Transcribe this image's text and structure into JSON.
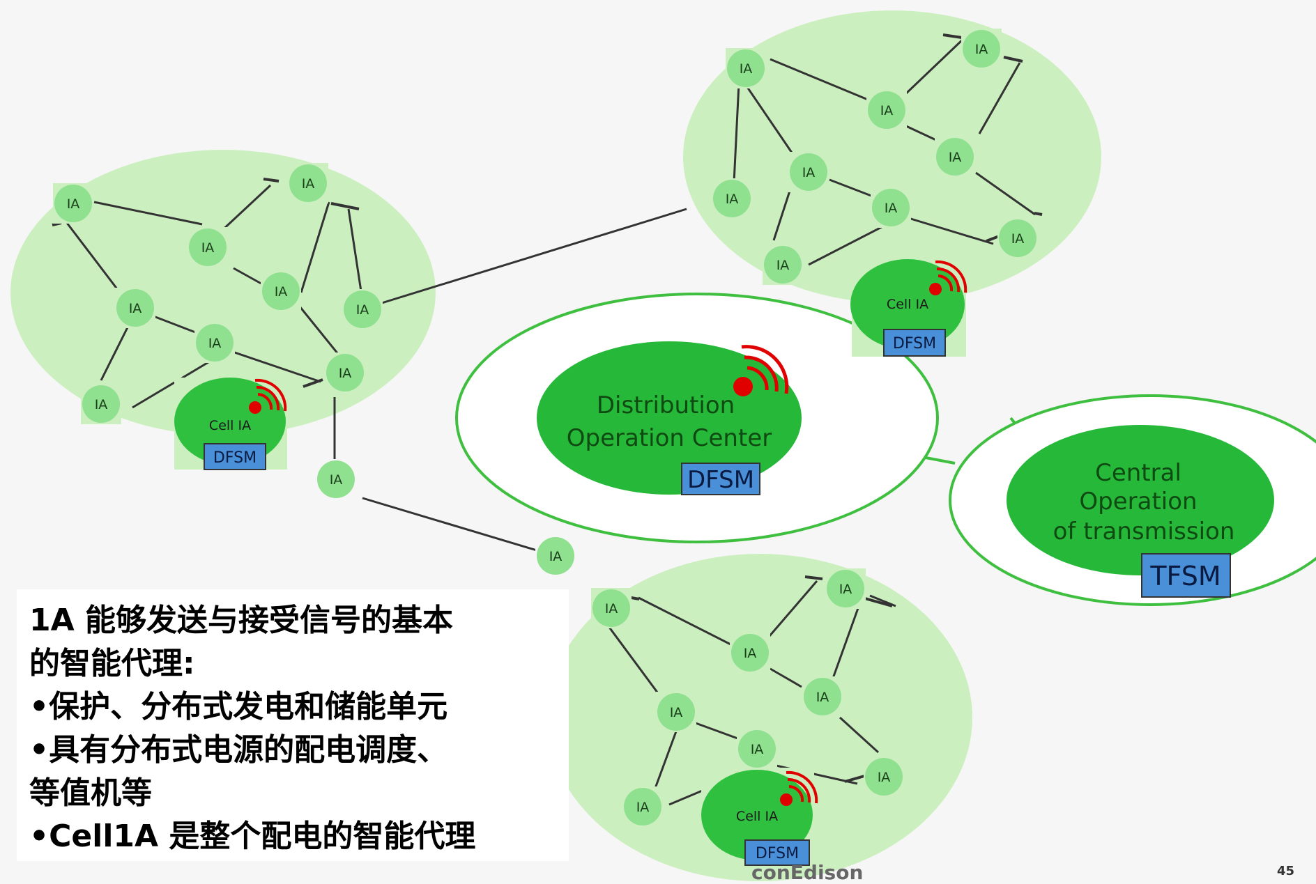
{
  "node_label": "IA",
  "cell_label": "Cell IA",
  "badges": {
    "dfsm": "DFSM",
    "tfsm": "TFSM"
  },
  "doc": {
    "line1": "Distribution",
    "line2": "Operation Center",
    "badge": "DFSM"
  },
  "central": {
    "line1": "Central",
    "line2": "Operation",
    "line3": "of transmission",
    "badge": "TFSM"
  },
  "legend": {
    "line1": "1A  能够发送与接受信号的基本",
    "line2": "的智能代理:",
    "line3": "•保护、分布式发电和储能单元",
    "line4": "•具有分布式电源的配电调度、",
    "line5": "等值机等",
    "line6": "•Cell1A 是整个配电的智能代理"
  },
  "logo_text": "conEdison",
  "page_number": "45",
  "colors": {
    "cluster_fill": "#ccefc0",
    "ia_fill": "#8fe08f",
    "cell_fill": "#30c040",
    "center_fill": "#26b838",
    "ring_stroke": "#3fbf3f",
    "badge_fill": "#4a90d9",
    "signal_red": "#e00000"
  }
}
